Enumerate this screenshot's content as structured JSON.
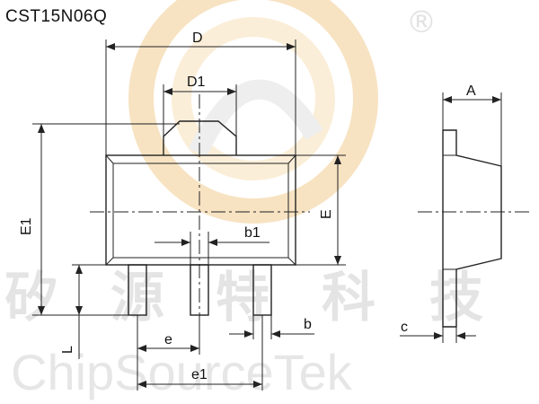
{
  "title": "CST15N06Q",
  "watermark": {
    "chinese": [
      "矽",
      "源",
      "特",
      "科",
      "技"
    ],
    "english": "ChipSourceTek",
    "registered": "®",
    "logo_colors": {
      "outer": "#f7e3c2",
      "inner": "#fbeed8",
      "gray": "#eeeeee"
    }
  },
  "dimensions": {
    "D": "D",
    "D1": "D1",
    "A": "A",
    "E1": "E1",
    "E": "E",
    "b1": "b1",
    "b": "b",
    "c": "c",
    "L": "L",
    "e": "e",
    "e1": "e1"
  },
  "colors": {
    "ink": "#222222",
    "text": "#111111"
  }
}
